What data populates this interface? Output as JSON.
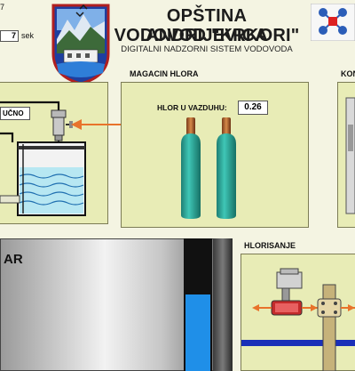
{
  "header": {
    "line1": "OPŠTINA ANDRIJEVICA",
    "line2": "VODOVOD \"KRKORI\"",
    "subtitle": "DIGITALNI NADZORNI SISTEM VODOVODA"
  },
  "topleft": {
    "time_fragment": "7",
    "interval_value": "7",
    "interval_unit": "sek"
  },
  "left_panel": {
    "switch_label": "UČNO"
  },
  "chlorine_store": {
    "title": "MAGACIN HLORA",
    "air_label": "HLOR U VAZDUHU:",
    "air_value": "0.26"
  },
  "right_panel": {
    "title_fragment": "KON"
  },
  "reservoir": {
    "label_fragment": "AR",
    "level_fraction": 0.58
  },
  "chlorination": {
    "title": "HLORISANJE"
  },
  "colors": {
    "background": "#f4f4e2",
    "panel": "#e8ecb6",
    "water": "#1f8fe8",
    "arrow": "#e8732b",
    "pipe": "#1a2fb8",
    "cylinder": "#2ea79a"
  }
}
